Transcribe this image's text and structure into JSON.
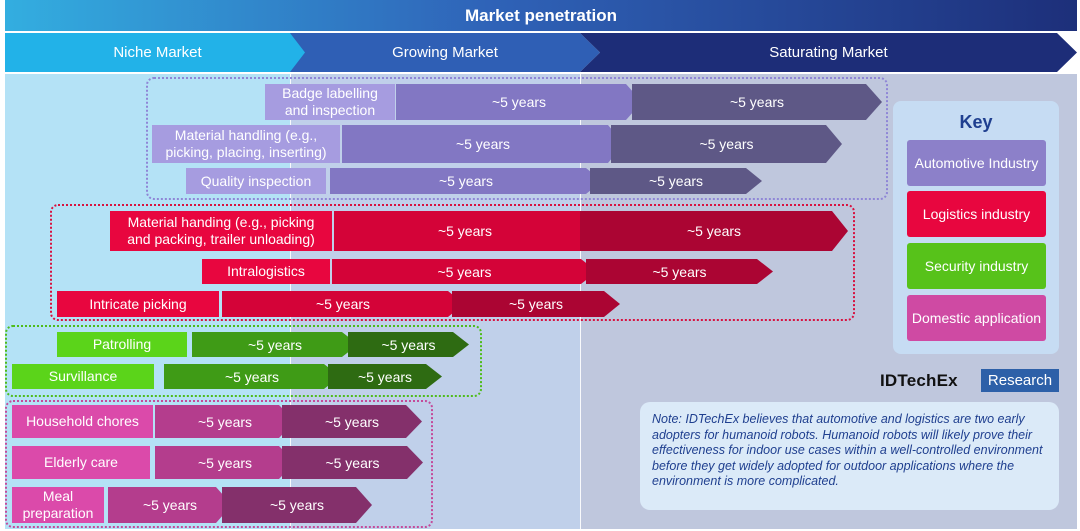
{
  "title": "Market penetration",
  "stages": [
    "Niche Market",
    "Growing Market",
    "Saturating Market"
  ],
  "key": {
    "title": "Key",
    "items": [
      {
        "label": "Automotive Industry",
        "color": "#8c80c9"
      },
      {
        "label": "Logistics industry",
        "color": "#e8063f"
      },
      {
        "label": "Security industry",
        "color": "#57c21a"
      },
      {
        "label": "Domestic application",
        "color": "#cf4aa3"
      }
    ]
  },
  "rows": [
    {
      "group": "automotive",
      "label": "Badge labelling and inspection",
      "stage2": "~5 years",
      "stage3": "~5 years"
    },
    {
      "group": "automotive",
      "label": "Material handling (e.g., picking, placing, inserting)",
      "stage2": "~5 years",
      "stage3": "~5 years"
    },
    {
      "group": "automotive",
      "label": "Quality inspection",
      "stage2": "~5 years",
      "stage3": "~5 years"
    },
    {
      "group": "logistics",
      "label": "Material handing (e.g., picking and packing, trailer unloading)",
      "stage2": "~5 years",
      "stage3": "~5 years"
    },
    {
      "group": "logistics",
      "label": "Intralogistics",
      "stage2": "~5 years",
      "stage3": "~5 years"
    },
    {
      "group": "logistics",
      "label": "Intricate picking",
      "stage2": "~5 years",
      "stage3": "~5 years"
    },
    {
      "group": "security",
      "label": "Patrolling",
      "stage2": "~5 years",
      "stage3": "~5 years"
    },
    {
      "group": "security",
      "label": "Survillance",
      "stage2": "~5 years",
      "stage3": "~5 years"
    },
    {
      "group": "domestic",
      "label": "Household chores",
      "stage2": "~5 years",
      "stage3": "~5 years"
    },
    {
      "group": "domestic",
      "label": "Elderly care",
      "stage2": "~5 years",
      "stage3": "~5 years"
    },
    {
      "group": "domestic",
      "label": "Meal preparation",
      "stage2": "~5 years",
      "stage3": "~5 years"
    }
  ],
  "colors": {
    "automotive": [
      "#a69ce0",
      "#8277c3",
      "#5e5886"
    ],
    "logistics": [
      "#e8063f",
      "#d40338",
      "#ab0533"
    ],
    "security": [
      "#5bd41a",
      "#3f9b16",
      "#2e6b12"
    ],
    "domestic": [
      "#db4aaa",
      "#b43d8d",
      "#84306b"
    ]
  },
  "logo": {
    "name": "IDTechEx",
    "tag": "Research"
  },
  "note": "Note: IDTechEx believes that automotive and logistics are two early adopters for humanoid robots. Humanoid robots will likely prove their effectiveness for indoor use cases within a well-controlled environment before they get widely adopted for outdoor applications where the environment is more complicated."
}
